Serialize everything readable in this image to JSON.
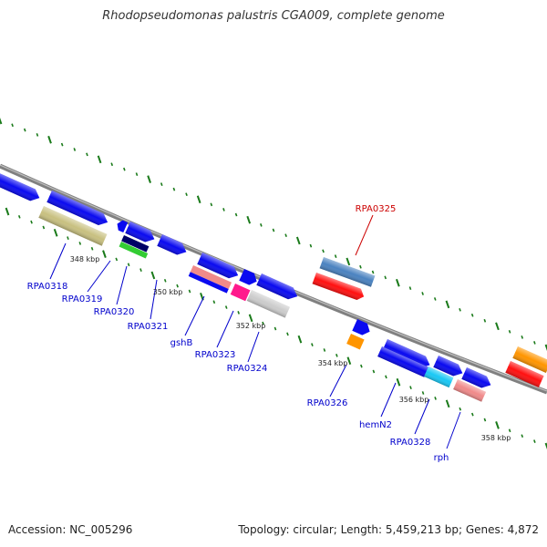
{
  "title": "Rhodopseudomonas palustris CGA009, complete genome",
  "footer": {
    "accession": "Accession: NC_005296",
    "summary": "Topology: circular; Length: 5,459,213 bp; Genes: 4,872"
  },
  "colors": {
    "blue": "#0a0af0",
    "olive": "#c8c080",
    "steel": "#4a82c0",
    "red": "#ff1010",
    "orange": "#ff9500",
    "cyan": "#19c8f5",
    "pink": "#f08a8a",
    "magenta": "#ff1a8c",
    "grey": "#cccccc",
    "green": "#33cc33",
    "navy": "#000066",
    "label_blue": "#0000cc",
    "label_red": "#cc0000",
    "tick_green": "#1a7a1a"
  },
  "scale_labels": [
    "348 kbp",
    "350 kbp",
    "352 kbp",
    "354 kbp",
    "356 kbp",
    "358 kbp"
  ],
  "gene_labels": [
    {
      "text": "RPA0325",
      "color": "label_red"
    },
    {
      "text": "RPA0318",
      "color": "label_blue"
    },
    {
      "text": "RPA0319",
      "color": "label_blue"
    },
    {
      "text": "RPA0320",
      "color": "label_blue"
    },
    {
      "text": "RPA0321",
      "color": "label_blue"
    },
    {
      "text": "gshB",
      "color": "label_blue"
    },
    {
      "text": "RPA0323",
      "color": "label_blue"
    },
    {
      "text": "RPA0324",
      "color": "label_blue"
    },
    {
      "text": "RPA0326",
      "color": "label_blue"
    },
    {
      "text": "hemN2",
      "color": "label_blue"
    },
    {
      "text": "RPA0328",
      "color": "label_blue"
    },
    {
      "text": "rph",
      "color": "label_blue"
    }
  ]
}
